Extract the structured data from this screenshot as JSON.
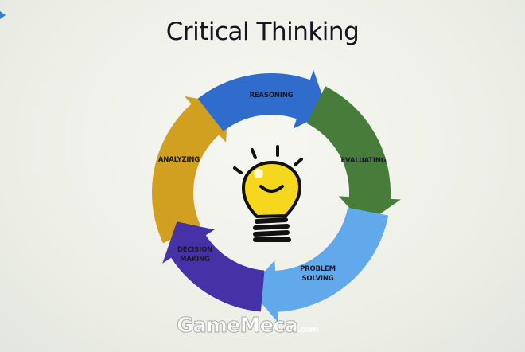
{
  "title": "Critical Thinking",
  "cycle": [
    {
      "label": "REASONING",
      "color": "#2f6ccc"
    },
    {
      "label": "EVALUATING",
      "color": "#477c3a"
    },
    {
      "label": "PROBLEM SOLVING",
      "color": "#62a9ec"
    },
    {
      "label": "DECISION MAKING",
      "color": "#4632a6"
    },
    {
      "label": "ANALYZING",
      "color": "#d2a020"
    }
  ],
  "center_icon": "lightbulb-icon",
  "watermark": {
    "name": "GameMeca",
    "suffix": ".com"
  }
}
